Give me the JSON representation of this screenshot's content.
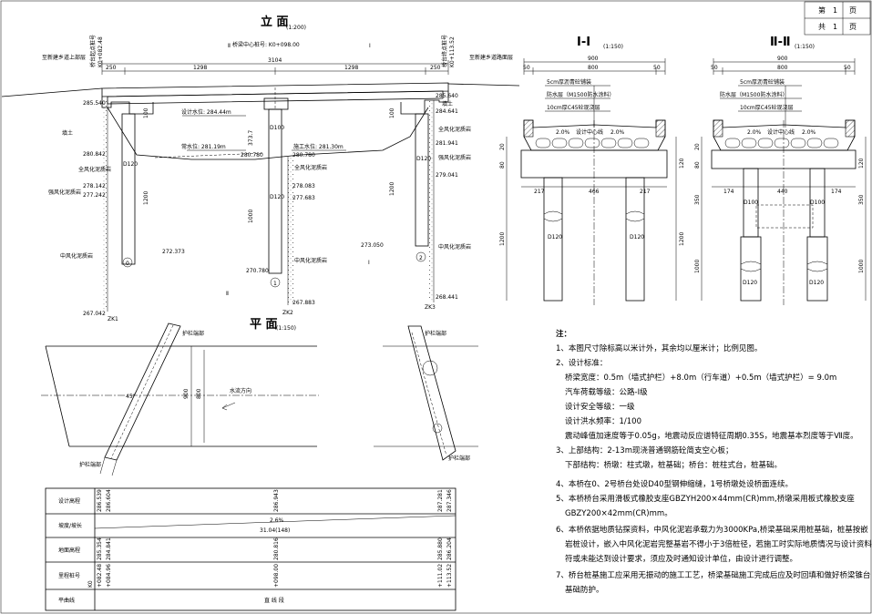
{
  "page_box": {
    "row1_a": "第",
    "row1_num": "1",
    "row1_b": "页",
    "row2_a": "共",
    "row2_num": "1",
    "row2_b": "页"
  },
  "elevation": {
    "title": "立 面",
    "scale": "(1:200)",
    "center_stake": "桥梁中心桩号: K0+098.00",
    "left_stake_label": "桥台起点桩号",
    "left_stake": "K0+082.48",
    "right_stake_label": "桥台终点桩号",
    "right_stake": "K0+113.52",
    "left_side_label": "至新建乡道上部层",
    "right_side_label": "至新建乡道路面层",
    "dims": {
      "d250a": "250",
      "d1298a": "1298",
      "d3104": "3104",
      "d1298b": "1298",
      "d250b": "250"
    },
    "section_marks": {
      "sec1": "Ⅰ",
      "sec2": "Ⅱ"
    },
    "levels": {
      "flood": "设计水位: 284.44m",
      "normal": "常水位: 281.19m",
      "construction": "施工水位: 281.30m",
      "l_top": "285.540",
      "l1": "280.842",
      "l2": "278.142",
      "l3": "277.242",
      "l_bot": "267.042",
      "m1": "280.780",
      "m2": "278.083",
      "m3": "277.683",
      "m_bot": "267.883",
      "m_pile": "270.780",
      "r_top": "285.640",
      "r1": "284.641",
      "r2": "281.941",
      "r3": "279.041",
      "r_bot": "268.441",
      "l_pile": "272.373",
      "r_pile": "273.050"
    },
    "piles": {
      "d100": "D100",
      "d120": "D120",
      "h100": "100",
      "h1200": "1200",
      "h1000": "1000",
      "h373": "373.7"
    },
    "soil": {
      "fill": "填土",
      "strong": "强风化泥质岩",
      "moderate": "中风化泥质岩",
      "completely": "全风化泥质岩"
    },
    "boreholes": {
      "zk1": "ZK1",
      "zk2": "ZK2",
      "zk3": "ZK3"
    },
    "pier_ids": {
      "p0": "0",
      "p1": "1",
      "p2": "2"
    }
  },
  "section_1": {
    "title": "Ⅰ-Ⅰ",
    "scale": "(1:150)",
    "dims": {
      "w900": "900",
      "w50a": "50",
      "w800": "800",
      "w50b": "50",
      "w217a": "217",
      "w466": "466",
      "w217b": "217"
    },
    "layers": {
      "l1": "5cm厚沥青砼铺装",
      "l2": "防水层（M1500防水涂料）",
      "l3": "10cm厚C45砼现浇层"
    },
    "slopes": {
      "left": "2.0%",
      "right": "2.0%"
    },
    "center_label": "设计中心线",
    "heights": {
      "h20": "20",
      "h80": "80",
      "h120": "120",
      "h1200": "1200",
      "h1200b": "1200"
    },
    "pile_d": "D120"
  },
  "section_2": {
    "title": "Ⅱ-Ⅱ",
    "scale": "(1:150)",
    "dims": {
      "w900": "900",
      "w50a": "50",
      "w800": "800",
      "w50b": "50",
      "w174a": "174",
      "w440": "440",
      "w174b": "174"
    },
    "layers": {
      "l1": "5cm厚沥青砼铺装",
      "l2": "防水层（M1500防水涂料）",
      "l3": "10cm厚C45砼现浇层"
    },
    "slopes": {
      "left": "2.0%",
      "right": "2.0%"
    },
    "center_label": "设计中心线",
    "heights": {
      "h20": "20",
      "h80": "80",
      "h120": "120",
      "h350": "350",
      "h1000": "1000",
      "h350b": "350",
      "h1000b": "1000"
    },
    "col_d": "D100",
    "pile_d": "D120"
  },
  "plan": {
    "title": "平 面",
    "scale": "(1:150)",
    "flow": "水流方向",
    "dim900": "900",
    "dim800": "800",
    "labels": {
      "a": "护栏端部",
      "b": "护栏端部",
      "c": "护栏端部",
      "d": "护栏端部"
    },
    "angle": "45°"
  },
  "profile_table": {
    "rows": [
      "设计高程",
      "坡度/坡长",
      "地面高程",
      "里程桩号",
      "平曲线"
    ],
    "design": {
      "a": "286.539",
      "b": "286.604",
      "c": "286.943",
      "d": "287.281",
      "e": "287.346"
    },
    "slope": "2.6%",
    "length": "31.04(148)",
    "ground": {
      "a": "285.354",
      "b": "284.841",
      "c": "280.816",
      "d": "285.880",
      "e": "286.204"
    },
    "stakes": {
      "k": "K0",
      "a": "+082.48",
      "b": "+084.96",
      "c": "+098.00",
      "d": "+111.02",
      "e": "+113.52"
    },
    "curve": "直 线 段"
  },
  "notes": {
    "head": "注：",
    "n1": "1、本图尺寸除标高以米计外，其余均以厘米计；比例见图。",
    "n2": "2、设计标准：",
    "n2a": "桥梁宽度：0.5m（墙式护栏）+8.0m（行车道）+0.5m（墙式护栏）= 9.0m",
    "n2b": "汽车荷载等级：公路-Ⅰ级",
    "n2c": "设计安全等级：一级",
    "n2d": "设计洪水频率：1/100",
    "n2e": "震动峰值加速度等于0.05g，地震动反应谱特征周期0.35S，地震基本烈度等于Ⅶ度。",
    "n3": "3、上部结构：2-13m现浇普通钢筋砼简支空心板；",
    "n3a": "下部结构：桥墩：柱式墩，桩基础；桥台：桩柱式台，桩基础。",
    "n4": "4、本桥在0、2号桥台处设D40型钢伸缩缝，1号桥墩处设桥面连续。",
    "n5": "5、本桥桥台采用滑板式橡胶支座GBZYH200×44mm(CR)mm,桥墩采用板式橡胶支座",
    "n5a": "GBZY200×42mm(CR)mm。",
    "n6": "6、本桥依据地质钻探资料，中风化泥岩承载力为3000KPa,桥梁基础采用桩基础，桩基按嵌",
    "n6a": "岩桩设计，嵌入中风化泥岩完整基岩不得小于3倍桩径，若施工时实际地质情况与设计资料不",
    "n6b": "符或未能达到设计要求，须应及时通知设计单位，由设计进行调整。",
    "n7": "7、桥台桩基施工应采用无振动的施工工艺，桥梁基础施工完成后应及时回填和做好桥梁锥台",
    "n7a": "基础防护。"
  }
}
